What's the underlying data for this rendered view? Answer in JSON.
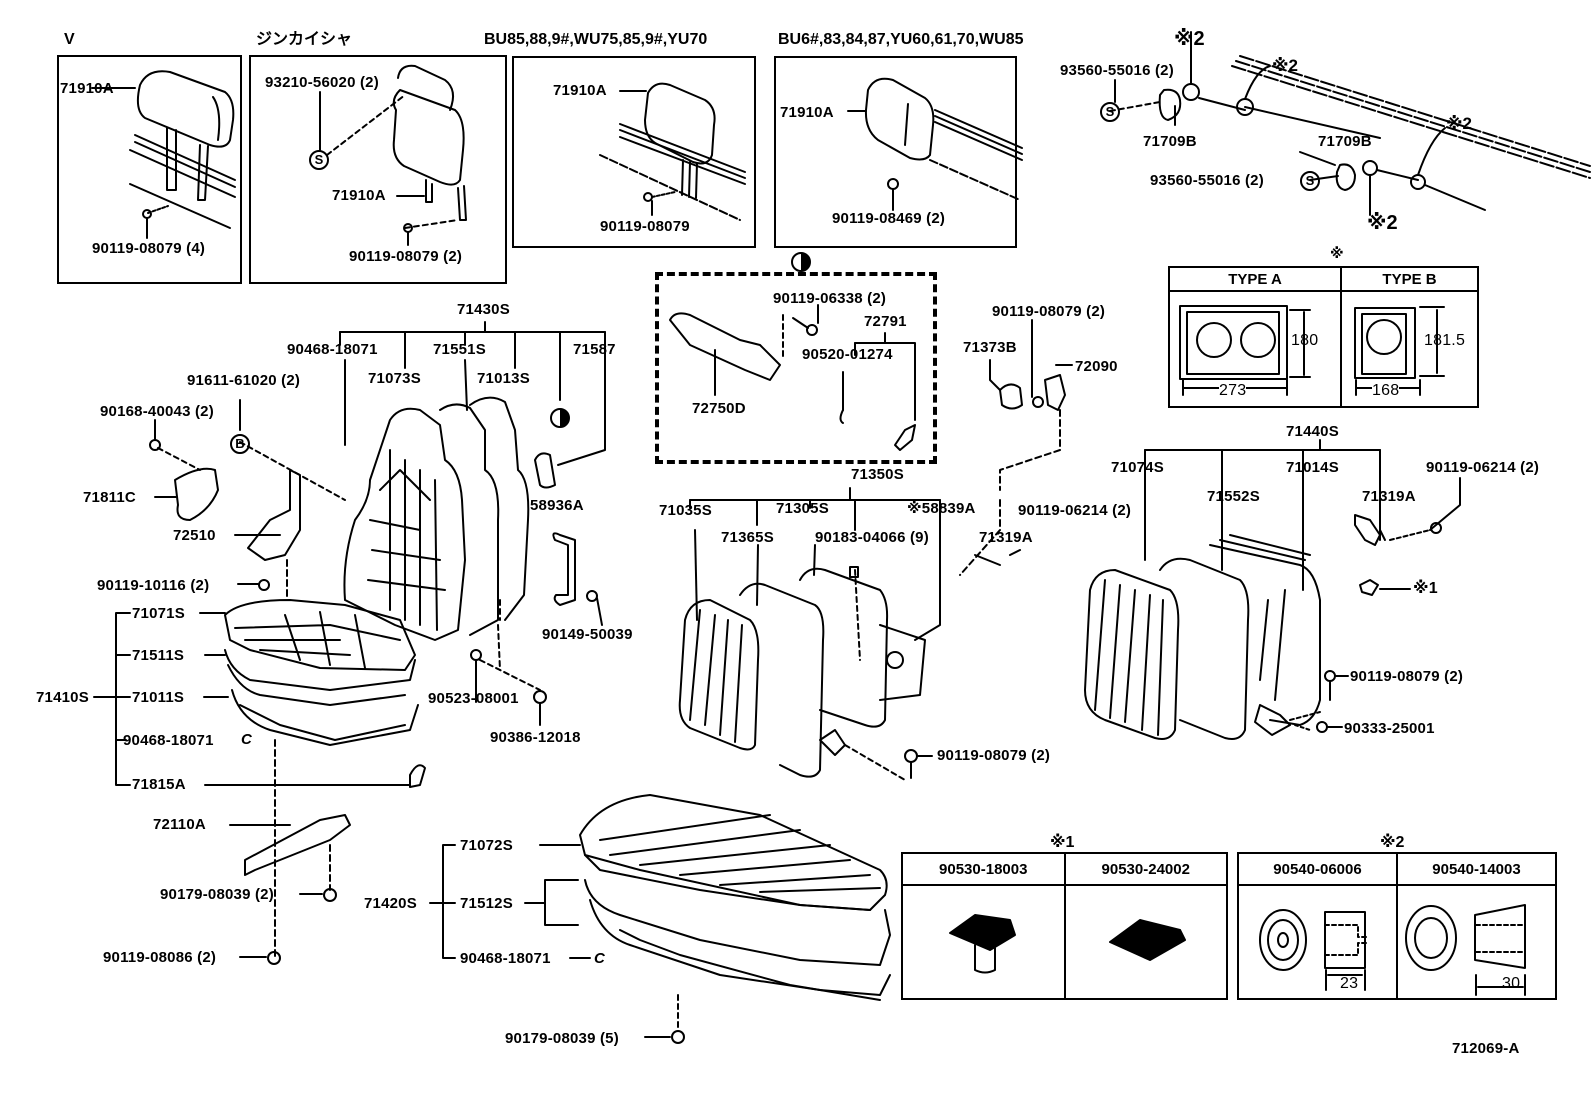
{
  "diagram": {
    "drawing_number": "712069-A",
    "variant_headers": {
      "v": "V",
      "jinkaisha": "ジンカイシャ",
      "bu85": "BU85,88,9#,WU75,85,9#,YU70",
      "bu6": "BU6#,83,84,87,YU60,61,70,WU85"
    },
    "headrest_v": {
      "headrest": "71910A",
      "screw": "90119-08079 (4)"
    },
    "headrest_jinkaisha": {
      "clip": "93210-56020 (2)",
      "headrest": "71910A",
      "screw": "90119-08079 (2)"
    },
    "headrest_bu85": {
      "headrest": "71910A",
      "screw": "90119-08079"
    },
    "headrest_bu6": {
      "headrest": "71910A",
      "screw": "90119-08469 (2)"
    },
    "hinge_area": {
      "mark_top": "※2",
      "clip_upper": "93560-55016 (2)",
      "bracket_left": "71709B",
      "mark_right_upper": "※2",
      "bracket_right": "71709B",
      "mark_far_right": "※2",
      "clip_lower": "93560-55016 (2)",
      "mark_bottom": "※2"
    },
    "symbols": {
      "s": "S",
      "b": "B"
    },
    "front_seat_back": {
      "assembly": "71430S",
      "parts": [
        "90468-18071",
        "71551S",
        "71587",
        "71073S",
        "71013S"
      ],
      "side": [
        "91611-61020 (2)",
        "90168-40043 (2)",
        "71811C",
        "72510",
        "58936A",
        "90149-50039",
        "90119-10116 (2)"
      ]
    },
    "front_seat_cushion": {
      "assembly": "71410S",
      "parts": [
        "71071S",
        "71511S",
        "71011S",
        "90468-18071",
        "71815A"
      ],
      "hog_ring_symbol": "C",
      "other": [
        "90523-08001",
        "90386-12018",
        "72110A",
        "90179-08039 (2)",
        "90119-08086 (2)"
      ]
    },
    "lock_box": {
      "parts": [
        "90119-06338 (2)",
        "72791",
        "90520-01274",
        "72750D"
      ]
    },
    "center_labels": [
      "90119-08079 (2)",
      "71373B",
      "72090"
    ],
    "rear_seat_back_left": {
      "assembly": "71350S",
      "parts": [
        "71035S",
        "71305S",
        "※58839A",
        "90119-06214 (2)",
        "71365S",
        "90183-04066 (9)",
        "71319A"
      ],
      "screw": "90119-08079 (2)"
    },
    "rear_seat_back_right": {
      "assembly": "71440S",
      "parts": [
        "71074S",
        "71014S",
        "90119-06214 (2)",
        "71552S",
        "71319A"
      ],
      "others": [
        "※1",
        "90119-08079 (2)",
        "90333-25001"
      ]
    },
    "rear_seat_cushion": {
      "assembly": "71420S",
      "parts": [
        "71072S",
        "71512S",
        "90468-18071"
      ],
      "hog_ring_symbol": "C",
      "nut": "90179-08039 (5)"
    },
    "type_table": {
      "mark": "※",
      "type_a": {
        "label": "TYPE  A",
        "height": "180",
        "width": "273"
      },
      "type_b": {
        "label": "TYPE  B",
        "height": "181.5",
        "width": "168"
      }
    },
    "table_mark1": {
      "mark": "※1",
      "columns": [
        "90530-18003",
        "90530-24002"
      ]
    },
    "table_mark2": {
      "mark": "※2",
      "columns": [
        "90540-06006",
        "90540-14003"
      ],
      "dims": [
        "23",
        "30"
      ]
    }
  }
}
